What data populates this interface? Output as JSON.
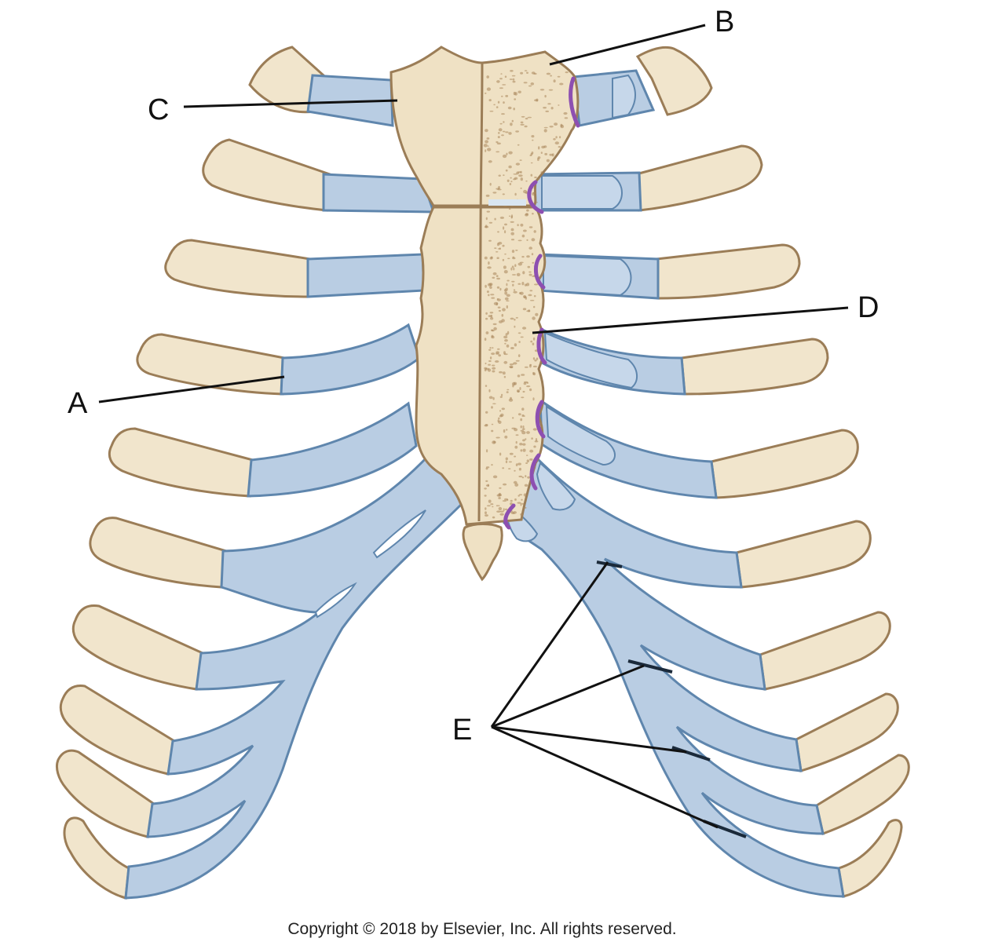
{
  "figure": {
    "labels": {
      "A": "A",
      "B": "B",
      "C": "C",
      "D": "D",
      "E": "E"
    },
    "copyright": "Copyright © 2018 by Elsevier, Inc. All rights reserved.",
    "colors": {
      "bone": "#f1e5cc",
      "bone_outline": "#9b7d57",
      "cartilage": "#b9cde3",
      "cartilage_outline": "#5f86ad",
      "joint": "#8d4fb1",
      "leader_line": "#111111"
    }
  }
}
